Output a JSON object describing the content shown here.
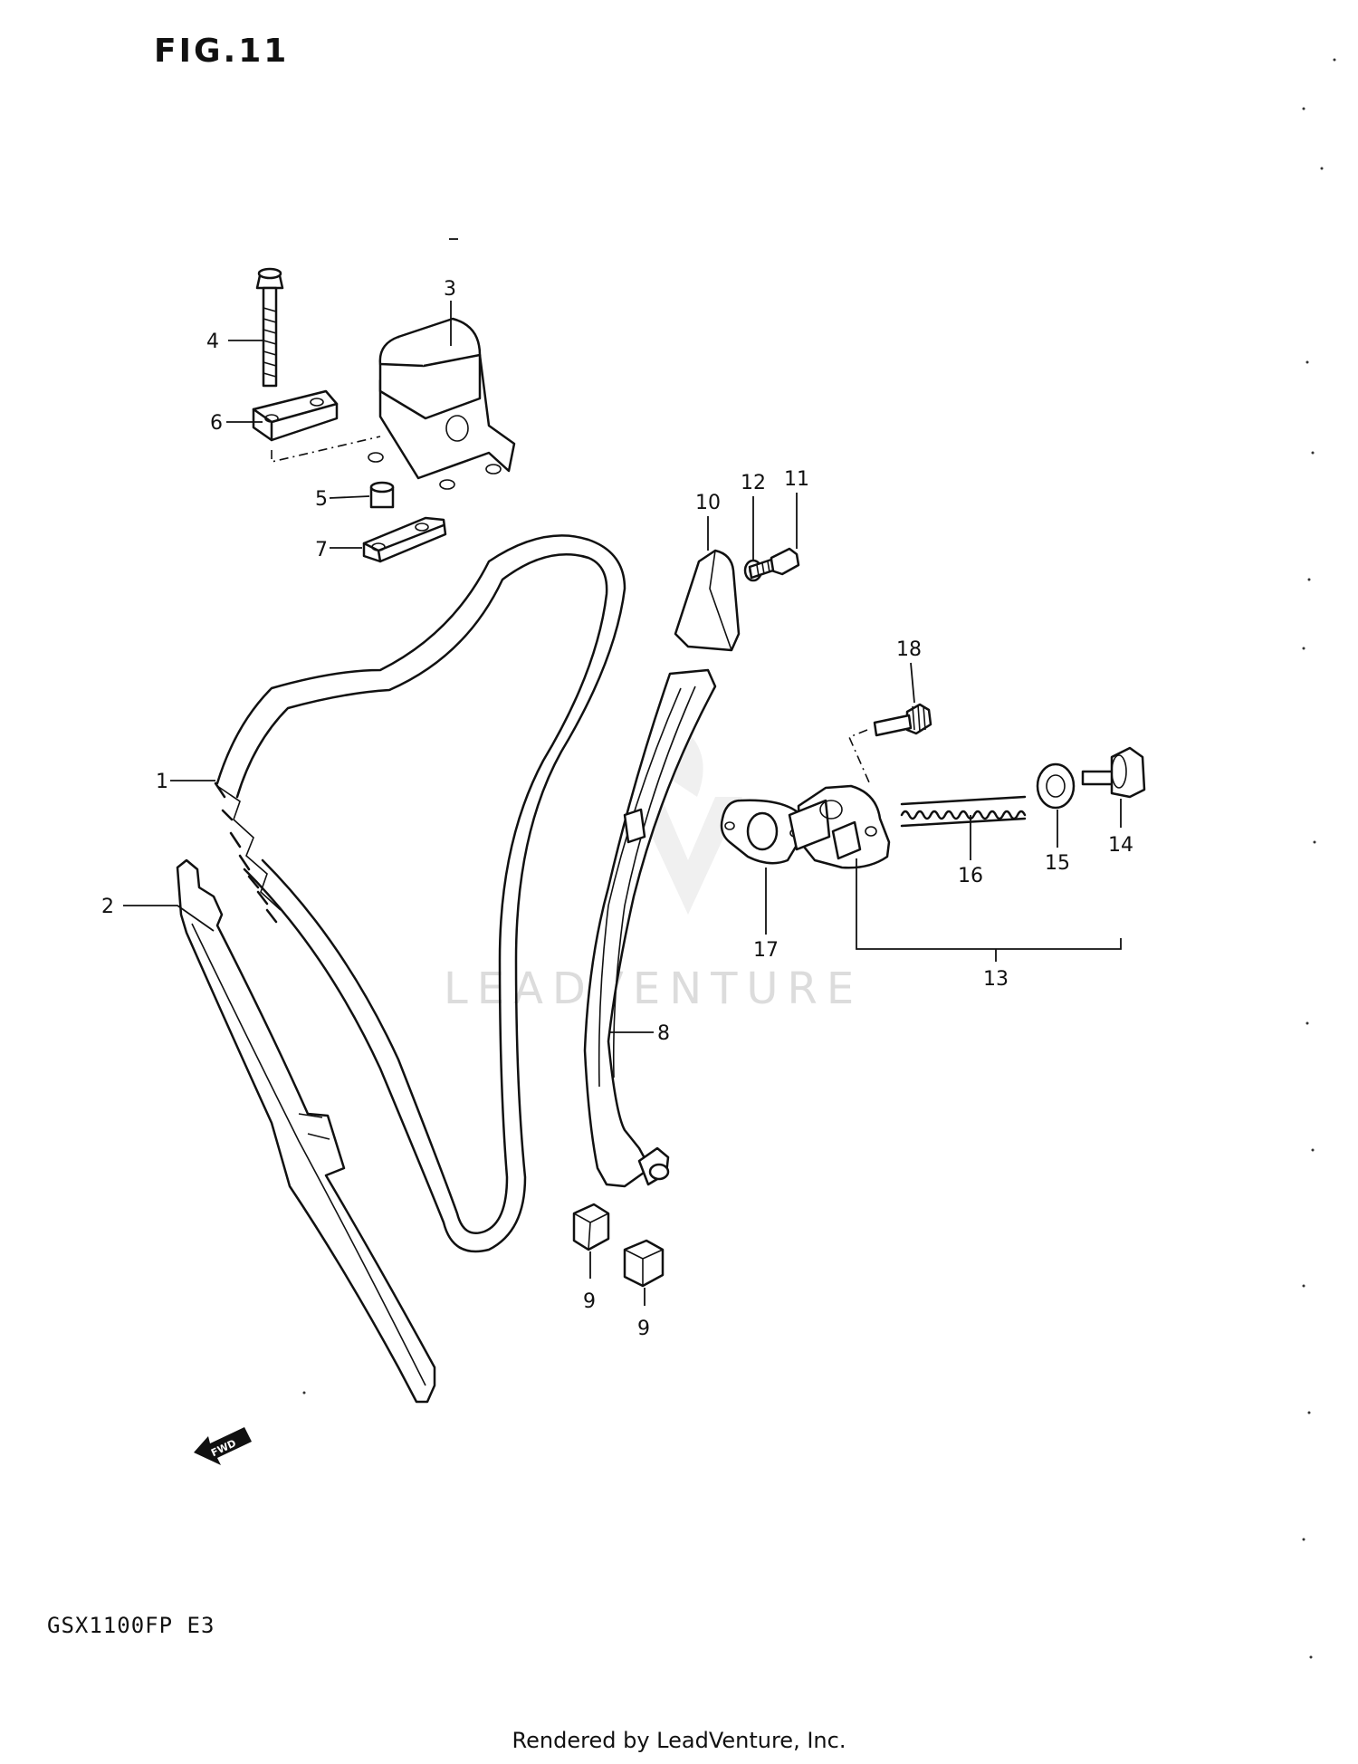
{
  "figure_title": "FIG.11",
  "model_code": "GSX1100FP  E3",
  "footer": "Rendered by LeadVenture, Inc.",
  "watermark": "LEADVENTURE",
  "fwd_label": "FWD",
  "callouts": [
    "1",
    "2",
    "3",
    "4",
    "5",
    "6",
    "7",
    "8",
    "9",
    "9",
    "10",
    "11",
    "12",
    "13",
    "14",
    "15",
    "16",
    "17",
    "18"
  ]
}
